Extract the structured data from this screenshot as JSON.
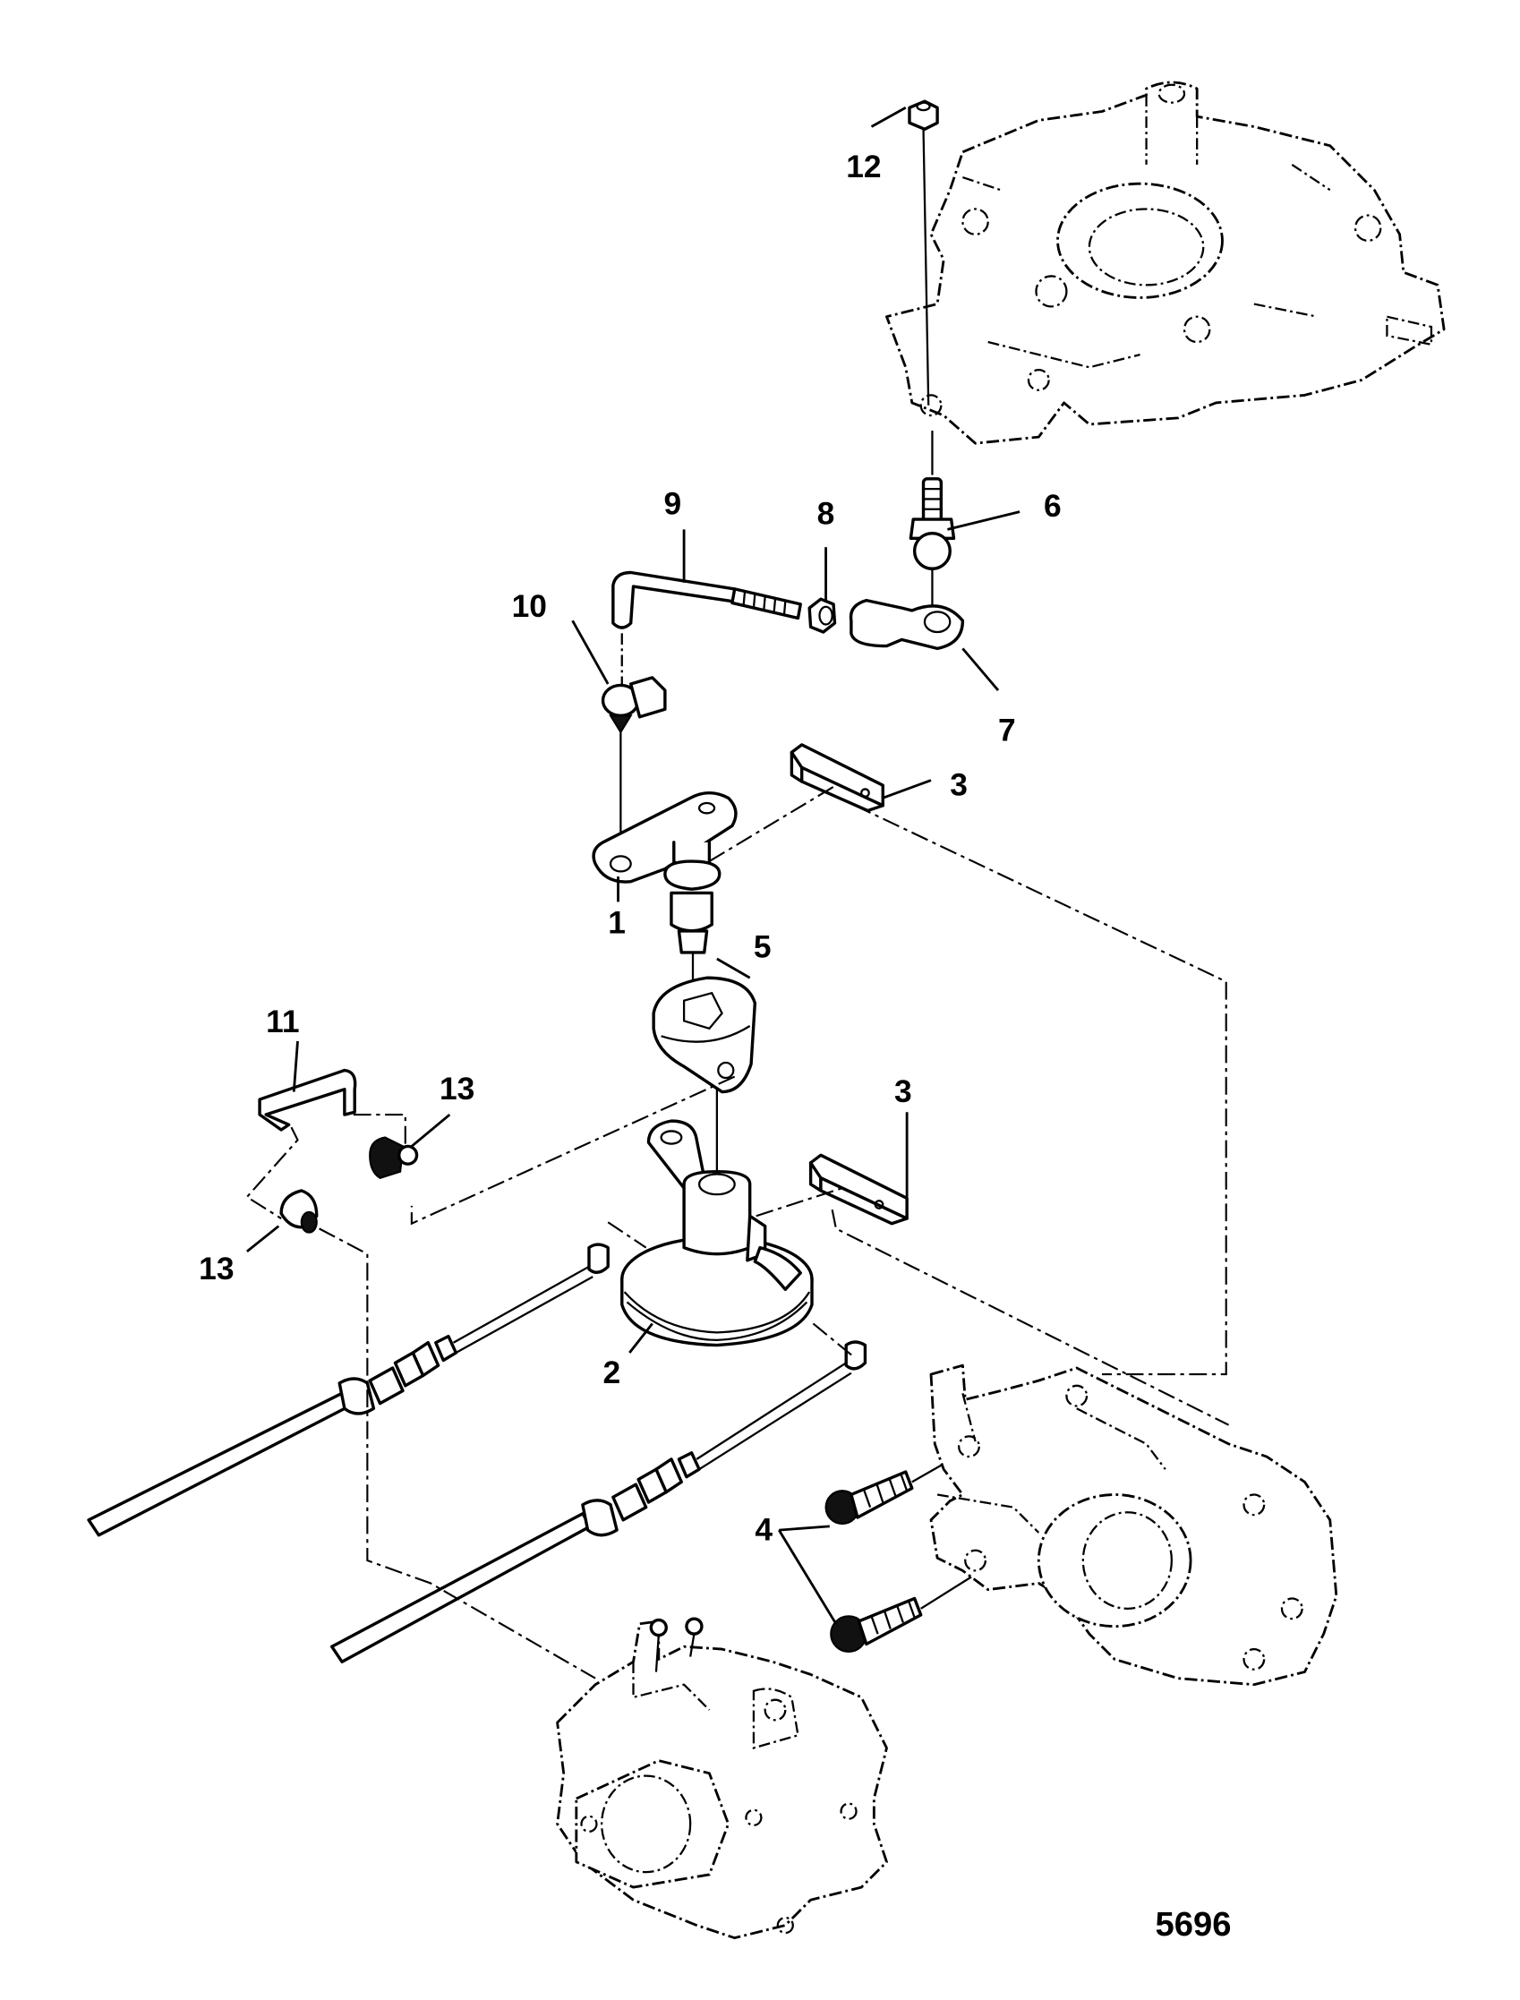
{
  "diagram": {
    "type": "exploded-parts-diagram",
    "figure_number": "5696",
    "callouts": [
      {
        "id": "1",
        "label": "1",
        "part": "throttle-lever"
      },
      {
        "id": "2",
        "label": "2",
        "part": "throttle-cam-pulley"
      },
      {
        "id": "3a",
        "label": "3",
        "part": "cable-bracket-upper"
      },
      {
        "id": "3b",
        "label": "3",
        "part": "cable-bracket-lower"
      },
      {
        "id": "4",
        "label": "4",
        "part": "screws"
      },
      {
        "id": "5",
        "label": "5",
        "part": "cam-spacer"
      },
      {
        "id": "6",
        "label": "6",
        "part": "ball-stud"
      },
      {
        "id": "7",
        "label": "7",
        "part": "link-socket"
      },
      {
        "id": "8",
        "label": "8",
        "part": "nut"
      },
      {
        "id": "9",
        "label": "9",
        "part": "nut"
      },
      {
        "id": "10",
        "label": "10",
        "part": "link-rod"
      },
      {
        "id": "11",
        "label": "11",
        "part": "swivel-connector"
      },
      {
        "id": "12",
        "label": "12",
        "part": "link-rod-hook"
      },
      {
        "id": "13a",
        "label": "13",
        "part": "swivel-connector-upper"
      },
      {
        "id": "13b",
        "label": "13",
        "part": "swivel-connector-lower"
      }
    ],
    "reference_parts": [
      {
        "name": "stator-mounting-plate",
        "style": "phantom"
      },
      {
        "name": "intake-manifold",
        "style": "phantom"
      },
      {
        "name": "carburetor",
        "style": "phantom"
      },
      {
        "name": "throttle-cable-upper",
        "style": "solid"
      },
      {
        "name": "throttle-cable-lower",
        "style": "solid"
      }
    ]
  }
}
